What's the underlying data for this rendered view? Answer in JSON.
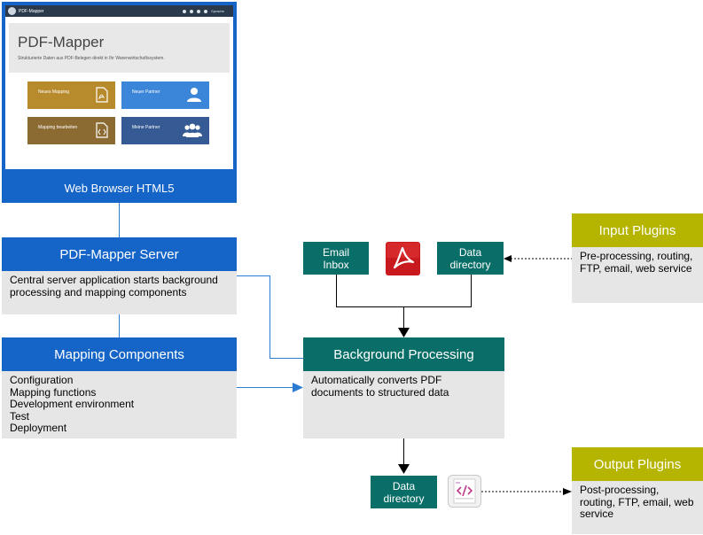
{
  "browser_window": {
    "app_title": "PDF-Mapper",
    "language": "Sprache",
    "hero_title": "PDF-Mapper",
    "hero_subtitle": "Strukturierte Daten aus PDF-Belegen direkt in Ihr Warenwirtschaftssystem.",
    "tiles": [
      {
        "label": "Neues Mapping",
        "icon": "pdf-file-icon",
        "color": "#b78a2c"
      },
      {
        "label": "Neuer Partner",
        "icon": "user-icon",
        "color": "#3b86d8"
      },
      {
        "label": "Mapping bearbeiten",
        "icon": "code-file-icon",
        "color": "#8c6b33"
      },
      {
        "label": "Meine Partner",
        "icon": "users-icon",
        "color": "#355a94"
      }
    ]
  },
  "web_browser": {
    "label": "Web Browser HTML5"
  },
  "server": {
    "title": "PDF-Mapper Server",
    "description": "Central server application starts background processing and mapping components"
  },
  "mapping_components": {
    "title": "Mapping Components",
    "items": [
      "Configuration",
      "Mapping functions",
      "Development environment",
      "Test",
      "Deployment"
    ]
  },
  "email_inbox": {
    "label": "Email Inbox"
  },
  "pdf_icon": {
    "icon": "pdf-acrobat-icon"
  },
  "data_directory_in": {
    "label": "Data directory"
  },
  "background_processing": {
    "title": "Background Processing",
    "description": "Automatically converts PDF documents to structured data"
  },
  "data_directory_out": {
    "label": "Data directory"
  },
  "xml_icon": {
    "icon": "xml-file-icon"
  },
  "input_plugins": {
    "title": "Input Plugins",
    "description": "Pre-processing, routing, FTP, email, web service"
  },
  "output_plugins": {
    "title": "Output Plugins",
    "description": "Post-processing, routing, FTP, email, web service"
  },
  "colors": {
    "blue": "#1565c8",
    "teal": "#0a6e68",
    "olive": "#b5b500",
    "grey": "#e6e6e6"
  }
}
